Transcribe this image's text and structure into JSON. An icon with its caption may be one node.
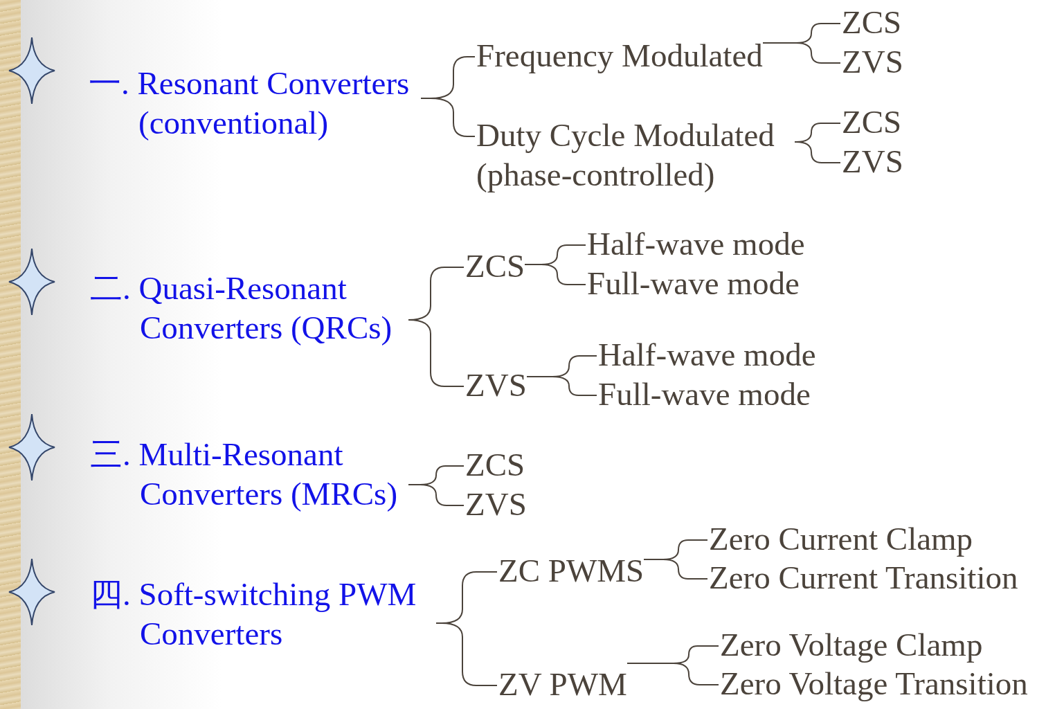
{
  "diagram": {
    "nodes": [
      {
        "text": [
          "一. Resonant Converters (conventional)"
        ]
      },
      {
        "text": [
          "Frequency Modulated"
        ]
      },
      {
        "text": [
          "ZCS"
        ]
      },
      {
        "text": [
          "ZVS"
        ]
      },
      {
        "text": [
          "Duty Cycle Modulated (phase-controlled)"
        ]
      },
      {
        "text": [
          "ZCS"
        ]
      },
      {
        "text": [
          "ZVS"
        ]
      },
      {
        "text": [
          "二. Quasi-Resonant Converters (QRCs)"
        ]
      },
      {
        "text": [
          "ZCS"
        ]
      },
      {
        "text": [
          "Half-wave mode"
        ]
      },
      {
        "text": [
          "Full-wave mode"
        ]
      },
      {
        "text": [
          "ZVS"
        ]
      },
      {
        "text": [
          "Half-wave mode"
        ]
      },
      {
        "text": [
          "Full-wave mode"
        ]
      },
      {
        "text": [
          "三. Multi-Resonant Converters (MRCs)"
        ]
      },
      {
        "text": [
          "ZCS"
        ]
      },
      {
        "text": [
          "ZVS"
        ]
      },
      {
        "text": [
          "四. Soft-switching PWM Converters"
        ]
      },
      {
        "text": [
          "ZC PWMS"
        ]
      },
      {
        "text": [
          "Zero Current Clamp"
        ]
      },
      {
        "text": [
          "Zero Current Transition"
        ]
      },
      {
        "text": [
          "ZV PWM"
        ]
      },
      {
        "text": [
          "Zero Voltage Clamp"
        ]
      },
      {
        "text": [
          "Zero Voltage Transition"
        ]
      }
    ],
    "edges": [
      {
        "from": 0,
        "to": 1,
        "arrow": "none"
      },
      {
        "from": 0,
        "to": 4,
        "arrow": "none"
      },
      {
        "from": 1,
        "to": 2,
        "arrow": "none"
      },
      {
        "from": 1,
        "to": 3,
        "arrow": "none"
      },
      {
        "from": 4,
        "to": 5,
        "arrow": "none"
      },
      {
        "from": 4,
        "to": 6,
        "arrow": "none"
      },
      {
        "from": 7,
        "to": 8,
        "arrow": "none"
      },
      {
        "from": 7,
        "to": 11,
        "arrow": "none"
      },
      {
        "from": 8,
        "to": 9,
        "arrow": "none"
      },
      {
        "from": 8,
        "to": 10,
        "arrow": "none"
      },
      {
        "from": 11,
        "to": 12,
        "arrow": "none"
      },
      {
        "from": 11,
        "to": 13,
        "arrow": "none"
      },
      {
        "from": 14,
        "to": 15,
        "arrow": "none"
      },
      {
        "from": 14,
        "to": 16,
        "arrow": "none"
      },
      {
        "from": 17,
        "to": 18,
        "arrow": "none"
      },
      {
        "from": 17,
        "to": 21,
        "arrow": "none"
      },
      {
        "from": 18,
        "to": 19,
        "arrow": "none"
      },
      {
        "from": 18,
        "to": 20,
        "arrow": "none"
      },
      {
        "from": 21,
        "to": 22,
        "arrow": "none"
      },
      {
        "from": 21,
        "to": 23,
        "arrow": "none"
      }
    ]
  }
}
